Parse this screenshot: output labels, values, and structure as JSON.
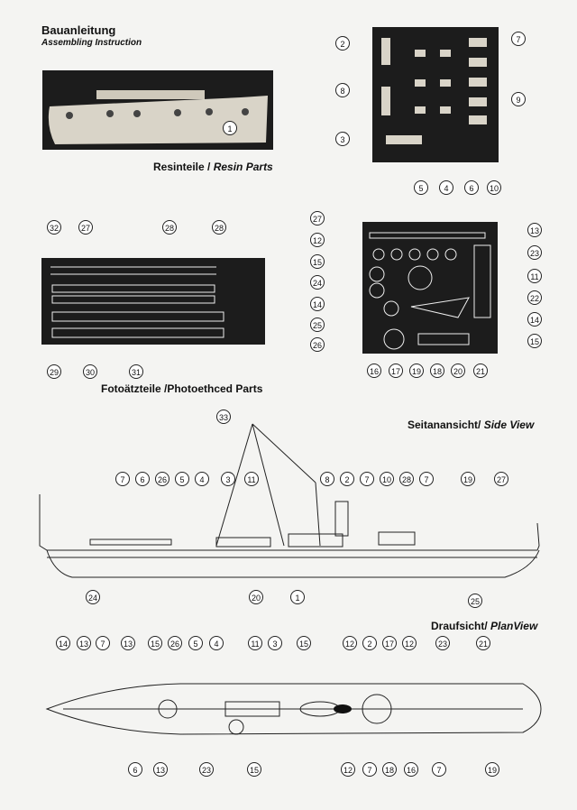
{
  "header": {
    "title": "Bauanleitung",
    "subtitle": "Assembling Instruction"
  },
  "sections": {
    "resin_de": "Resinteile /",
    "resin_en": "Resin Parts",
    "photo_de": "Fotoätzteile /",
    "photo_en": "Photoethced Parts",
    "side_de": "Seitanansicht/",
    "side_en": "Side View",
    "plan_de": "Draufsicht/",
    "plan_en": "PlanView"
  },
  "hull_mark": "1",
  "callouts": {
    "resin_tray": [
      "2",
      "7",
      "8",
      "9",
      "3",
      "5",
      "4",
      "6",
      "10"
    ],
    "fret_left": [
      "32",
      "27",
      "28",
      "28",
      "29",
      "30",
      "31"
    ],
    "fret_right": [
      "27",
      "13",
      "12",
      "23",
      "15",
      "11",
      "24",
      "22",
      "14",
      "25",
      "14",
      "26",
      "15",
      "16",
      "17",
      "19",
      "18",
      "20",
      "21"
    ],
    "side_top": [
      "33",
      "7",
      "6",
      "26",
      "5",
      "4",
      "3",
      "11",
      "8",
      "2",
      "7",
      "10",
      "28",
      "7",
      "19",
      "27"
    ],
    "side_bottom": [
      "24",
      "20",
      "1",
      "25"
    ],
    "plan_top": [
      "14",
      "13",
      "7",
      "13",
      "15",
      "26",
      "5",
      "4",
      "11",
      "3",
      "15",
      "12",
      "2",
      "17",
      "12",
      "23",
      "21"
    ],
    "plan_bottom": [
      "6",
      "13",
      "23",
      "15",
      "12",
      "7",
      "18",
      "16",
      "7",
      "19"
    ]
  },
  "colors": {
    "line": "#222222",
    "panel": "#1c1c1c",
    "resin": "#d9d4c8"
  }
}
